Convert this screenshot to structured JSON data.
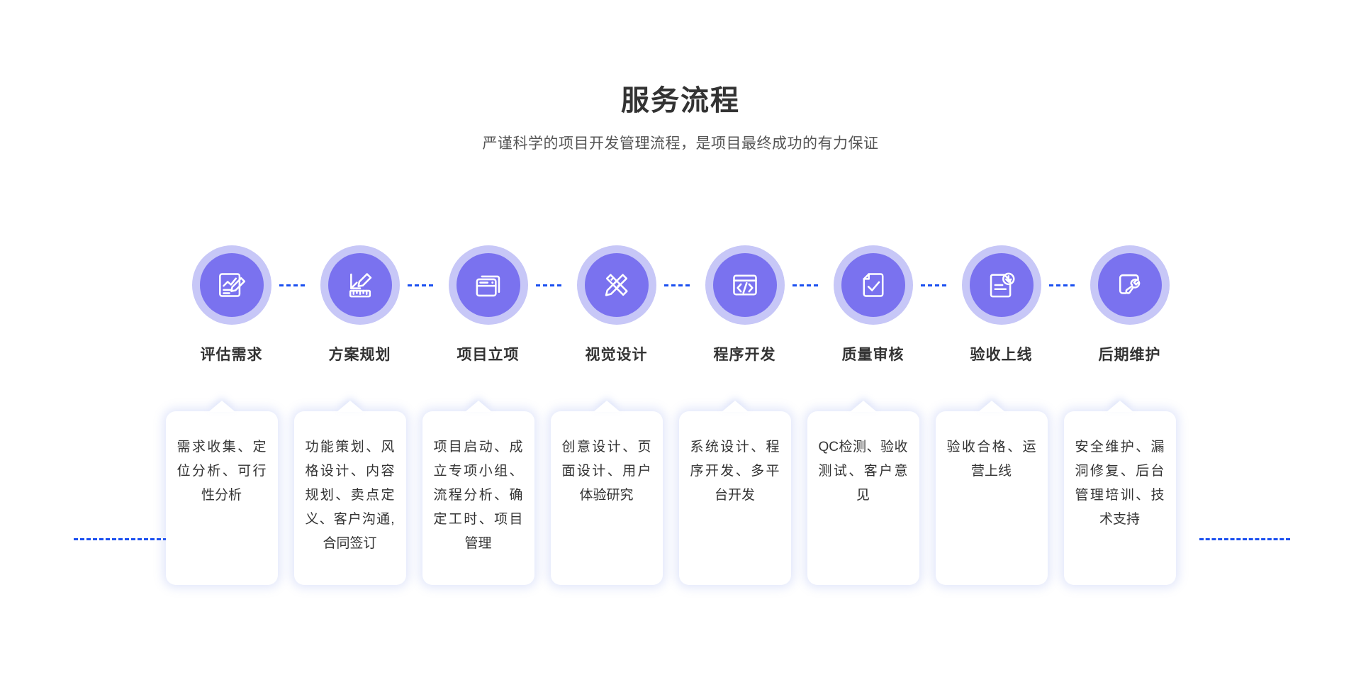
{
  "header": {
    "title": "服务流程",
    "subtitle": "严谨科学的项目开发管理流程，是项目最终成功的有力保证"
  },
  "colors": {
    "circle_inner": "#7a72ef",
    "circle_halo": "#c7c7f7",
    "dashed_line": "#1a4ff0",
    "title_text": "#333333",
    "subtitle_text": "#555555",
    "card_background": "#ffffff",
    "card_glow": "#788ce6",
    "icon_stroke": "#ffffff"
  },
  "steps": [
    {
      "label": "评估需求",
      "icon": "document-chart-pencil-icon",
      "detail": "需求收集、定位分析、可行性分析"
    },
    {
      "label": "方案规划",
      "icon": "ruler-pencil-icon",
      "detail": "功能策划、风格设计、内容规划、卖点定义、客户沟通,合同签订"
    },
    {
      "label": "项目立项",
      "icon": "stacked-windows-icon",
      "detail": "项目启动、成立专项小组、流程分析、确定工时、项目管理"
    },
    {
      "label": "视觉设计",
      "icon": "crossed-ruler-pencil-icon",
      "detail": "创意设计、页面设计、用户体验研究"
    },
    {
      "label": "程序开发",
      "icon": "code-window-icon",
      "detail": "系统设计、程序开发、多平台开发"
    },
    {
      "label": "质量审核",
      "icon": "document-check-icon",
      "detail": "QC检测、验收测试、客户意见"
    },
    {
      "label": "验收上线",
      "icon": "document-download-icon",
      "detail": "验收合格、运营上线"
    },
    {
      "label": "后期维护",
      "icon": "wrench-square-icon",
      "detail": "安全维护、漏洞修复、后台管理培训、技术支持"
    }
  ]
}
